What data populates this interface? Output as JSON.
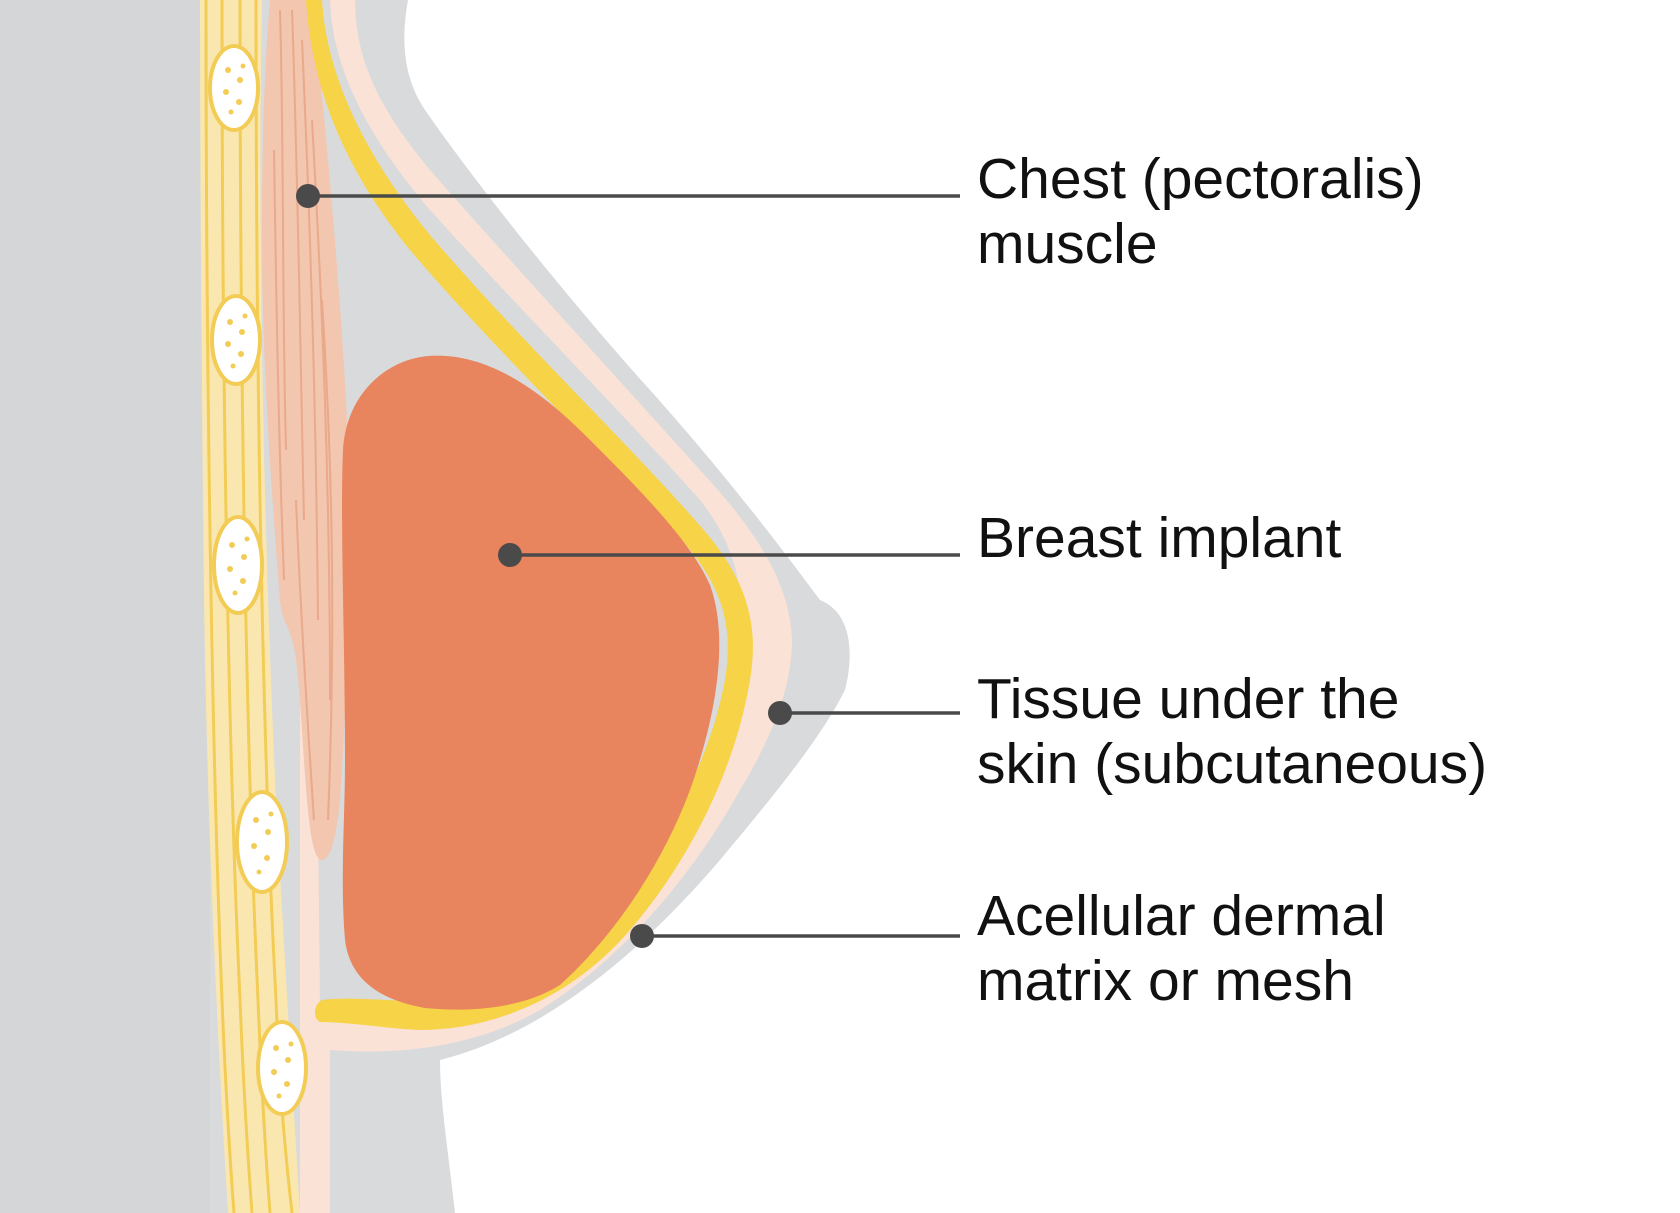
{
  "colors": {
    "body_gray": "#d9dadc",
    "rib_band": "#fae7b0",
    "rib_line": "#f2cc55",
    "muscle": "#f2c6af",
    "muscle_fiber": "#e9a98b",
    "subcutaneous": "#fbe2d6",
    "mesh": "#f7d348",
    "implant": "#e8845e",
    "leader": "#4a4a4a",
    "text": "#111111"
  },
  "labels": {
    "muscle": {
      "line1": "Chest (pectoralis)",
      "line2": "muscle"
    },
    "implant": {
      "line1": "Breast implant"
    },
    "tissue": {
      "line1": "Tissue under the",
      "line2": "skin (subcutaneous)"
    },
    "mesh": {
      "line1": "Acellular dermal",
      "line2": "matrix or mesh"
    }
  }
}
